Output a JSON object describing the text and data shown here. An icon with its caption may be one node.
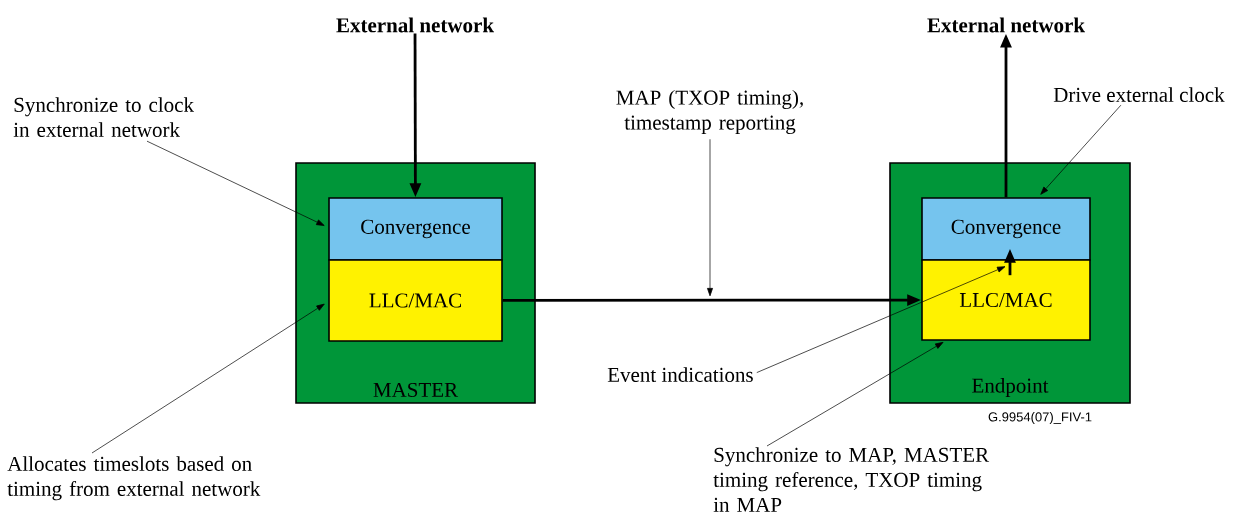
{
  "diagram": {
    "nodes": [
      {
        "text": [
          "MASTER"
        ]
      },
      {
        "text": [
          "Convergence"
        ],
        "in": 0
      },
      {
        "text": [
          "LLC/MAC"
        ],
        "in": 0
      },
      {
        "text": [
          "Endpoint"
        ]
      },
      {
        "text": [
          "Convergence"
        ],
        "in": 3
      },
      {
        "text": [
          "LLC/MAC"
        ],
        "in": 3
      },
      {
        "text": [
          "External network"
        ]
      },
      {
        "text": [
          "External network"
        ]
      },
      {
        "text": [
          "Synchronize to clock in external network"
        ]
      },
      {
        "text": [
          "Allocates timeslots based on timing from external network"
        ]
      },
      {
        "text": [
          "MAP (TXOP timing), timestamp reporting"
        ]
      },
      {
        "text": [
          "Event indications"
        ]
      },
      {
        "text": [
          "Drive external clock"
        ]
      },
      {
        "text": [
          "Synchronize to MAP, MASTER timing reference, TXOP timing in MAP"
        ]
      }
    ],
    "edges": [
      {
        "from": 6,
        "to": 1,
        "arrow": "to",
        "style": "thick"
      },
      {
        "from": 4,
        "to": 7,
        "arrow": "to",
        "style": "thick"
      },
      {
        "from": 2,
        "to": 5,
        "arrow": "to",
        "style": "thick"
      },
      {
        "from": 5,
        "to": 4,
        "arrow": "to",
        "style": "thick"
      },
      {
        "from": 8,
        "to": 1,
        "arrow": "to"
      },
      {
        "from": 9,
        "to": 2,
        "arrow": "to"
      },
      {
        "from": 10,
        "to": null,
        "arrow": "to"
      },
      {
        "from": 11,
        "to": 5,
        "arrow": "to"
      },
      {
        "from": 12,
        "to": 4,
        "arrow": "to"
      },
      {
        "from": 13,
        "to": 5,
        "arrow": "to"
      }
    ],
    "labels": [
      "G.9954(07)_FIV-1"
    ]
  }
}
